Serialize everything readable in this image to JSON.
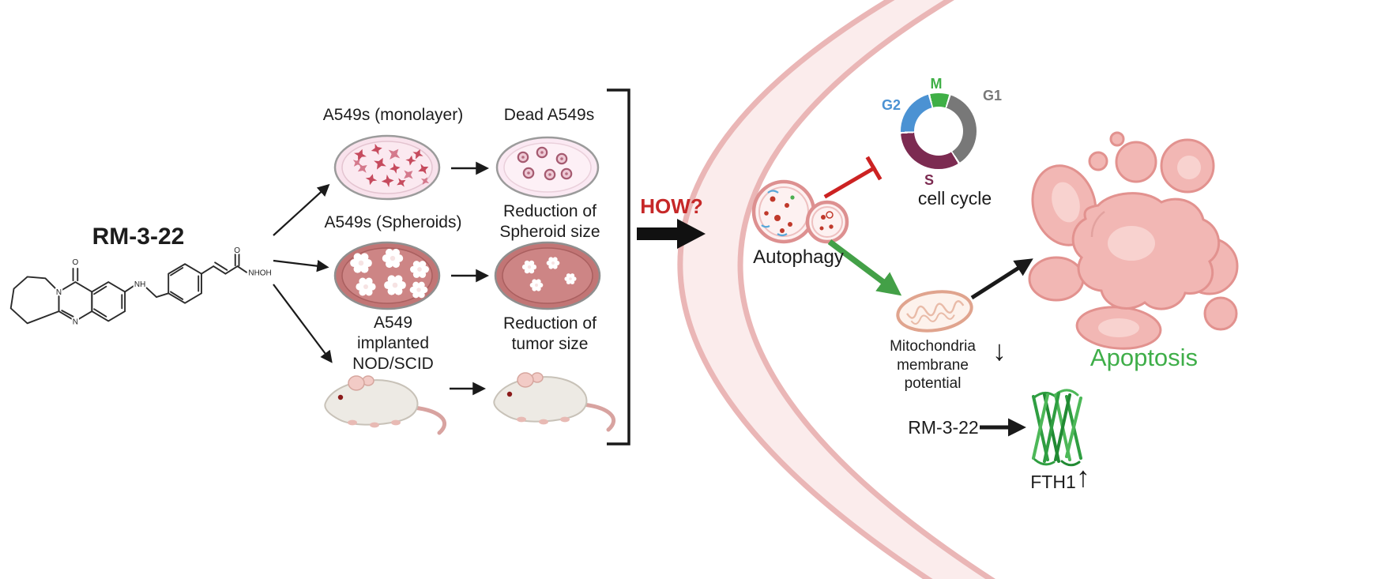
{
  "compound": {
    "name": "RM-3-22",
    "atom_labels": [
      "N",
      "N",
      "O",
      "NH",
      "O",
      "NHOH"
    ]
  },
  "pipeline": {
    "models": [
      {
        "label": "A549s (monolayer)",
        "result": "Dead A549s"
      },
      {
        "label": "A549s (Spheroids)",
        "result": "Reduction of\nSpheroid size"
      },
      {
        "label": "A549\nimplanted\nNOD/SCID",
        "result": "Reduction of\ntumor size"
      }
    ],
    "question": "HOW?"
  },
  "mechanism": {
    "autophagy_label": "Autophagy",
    "cell_cycle": {
      "label": "cell cycle",
      "phases": [
        {
          "name": "M",
          "color": "#3faf46"
        },
        {
          "name": "G1",
          "color": "#787878"
        },
        {
          "name": "S",
          "color": "#7c2b51"
        },
        {
          "name": "G2",
          "color": "#4b92d3"
        }
      ]
    },
    "mitochondria": {
      "label": "Mitochondria membrane\npotential",
      "direction": "↓"
    },
    "apoptosis_label": "Apoptosis",
    "fth1": {
      "compound": "RM-3-22",
      "protein": "FTH1",
      "direction": "↑"
    }
  },
  "colors": {
    "question_red": "#c62828",
    "apoptosis_green": "#3fae49",
    "inhibition_red": "#cc2222",
    "membrane_pink": "#eab6b6",
    "spheroid_media": "#c27575"
  }
}
